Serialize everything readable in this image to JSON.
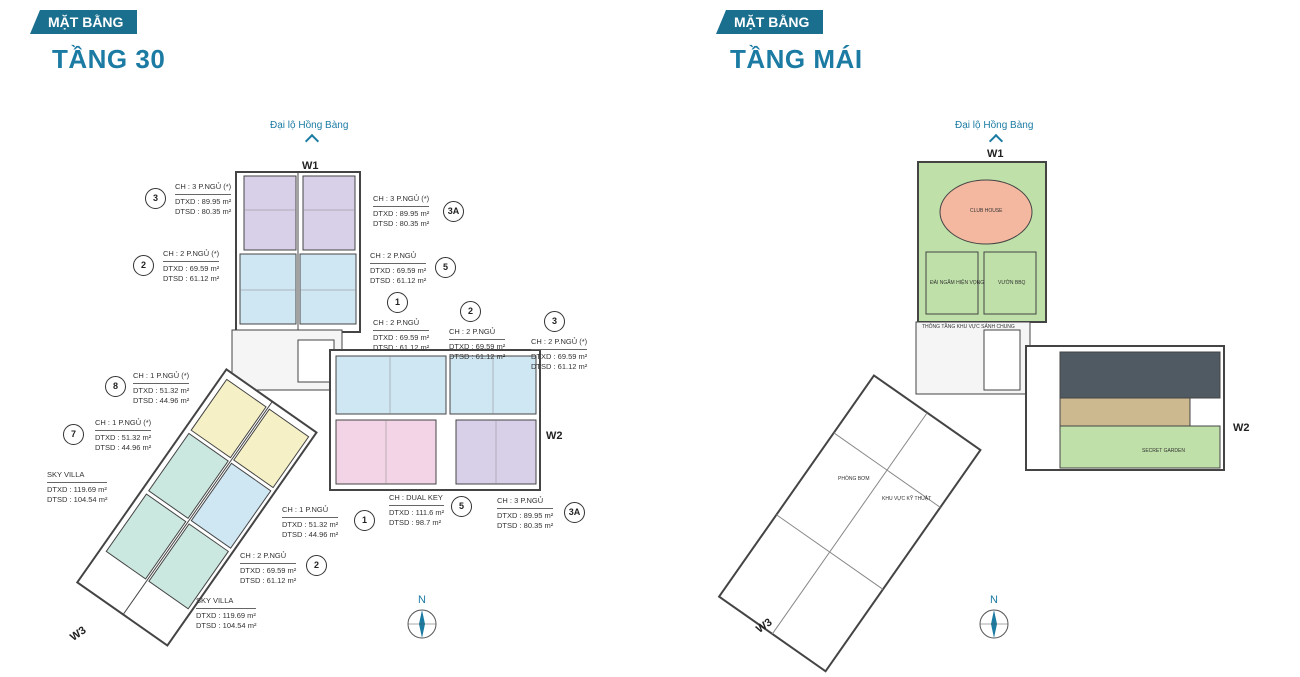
{
  "left_panel": {
    "tag": "MẶT BẰNG",
    "title": "TẦNG 30",
    "road": "Đại lộ Hồng Bàng",
    "wings": {
      "w1": "W1",
      "w2": "W2",
      "w3": "W3"
    },
    "compass": "N",
    "units": [
      {
        "badge": "3",
        "type": "CH : 3 P.NGỦ (*)",
        "dtxd": "DTXD :  89.95 m²",
        "dtsd": "DTSD :  80.35 m²"
      },
      {
        "badge": "3A",
        "type": "CH : 3 P.NGỦ (*)",
        "dtxd": "DTXD :  89.95 m²",
        "dtsd": "DTSD :  80.35 m²"
      },
      {
        "badge": "2",
        "type": "CH : 2 P.NGỦ (*)",
        "dtxd": "DTXD : 69.59 m²",
        "dtsd": "DTSD :  61.12 m²"
      },
      {
        "badge": "5",
        "type": "CH : 2 P.NGỦ",
        "dtxd": "DTXD : 69.59 m²",
        "dtsd": "DTSD :  61.12 m²"
      },
      {
        "badge": "1",
        "type": "CH : 2 P.NGỦ",
        "dtxd": "DTXD : 69.59 m²",
        "dtsd": "DTSD :  61.12 m²"
      },
      {
        "badge": "2",
        "type": "CH : 2 P.NGỦ",
        "dtxd": "DTXD : 69.59 m²",
        "dtsd": "DTSD :  61.12 m²"
      },
      {
        "badge": "3",
        "type": "CH : 2 P.NGỦ (*)",
        "dtxd": "DTXD : 69.59 m²",
        "dtsd": "DTSD :  61.12 m²"
      },
      {
        "badge": "8",
        "type": "CH : 1 P.NGỦ (*)",
        "dtxd": "DTXD :   51.32 m²",
        "dtsd": "DTSD :   44.96 m²"
      },
      {
        "badge": "7",
        "type": "CH : 1 P.NGỦ (*)",
        "dtxd": "DTXD :   51.32 m²",
        "dtsd": "DTSD :   44.96 m²"
      },
      {
        "badge": "",
        "type": "SKY VILLA",
        "dtxd": "DTXD :  119.69 m²",
        "dtsd": "DTSD : 104.54 m²"
      },
      {
        "badge": "1",
        "type": "CH : 1 P.NGỦ",
        "dtxd": "DTXD :    51.32 m²",
        "dtsd": "DTSD :    44.96 m²"
      },
      {
        "badge": "5",
        "type": "CH : DUAL KEY",
        "dtxd": "DTXD :  111.6 m²",
        "dtsd": "DTSD :   98.7 m²"
      },
      {
        "badge": "3A",
        "type": "CH : 3 P.NGỦ",
        "dtxd": "DTXD :  89.95 m²",
        "dtsd": "DTSD :  80.35 m²"
      },
      {
        "badge": "2",
        "type": "CH : 2 P.NGỦ",
        "dtxd": "DTXD :  69.59 m²",
        "dtsd": "DTSD :  61.12 m²"
      },
      {
        "badge": "",
        "type": "SKY VILLA",
        "dtxd": "DTXD :   119.69 m²",
        "dtsd": "DTSD :   104.54 m²"
      }
    ]
  },
  "right_panel": {
    "tag": "MẶT BẰNG",
    "title": "TẦNG MÁI",
    "road": "Đại lộ Hồng Bàng",
    "wings": {
      "w1": "W1",
      "w2": "W2",
      "w3": "W3"
    },
    "compass": "N",
    "labels": {
      "club_house": "CLUB HOUSE",
      "dai_ngam": "ĐÀI NGẮM HIỆN VỌNG",
      "vuon": "VƯỜN BBQ",
      "thong_tang": "THÔNG TẦNG KHU VỰC SẢNH CHUNG",
      "secret_garden": "SECRET GARDEN",
      "phong_bom": "PHÒNG BƠM",
      "khu_vuc": "KHU VỰC KỸ THUẬT"
    }
  },
  "colors": {
    "accent": "#1b7ba3",
    "tag_bg": "#1b6f8e",
    "unit_purple": "#d8d0e8",
    "unit_blue": "#cfe6f3",
    "unit_pink": "#f3d3e6",
    "unit_yellow": "#f6f0c6",
    "unit_teal": "#cbe8e0",
    "roof_green": "#bfe0a8",
    "club_salmon": "#f4b8a0"
  }
}
